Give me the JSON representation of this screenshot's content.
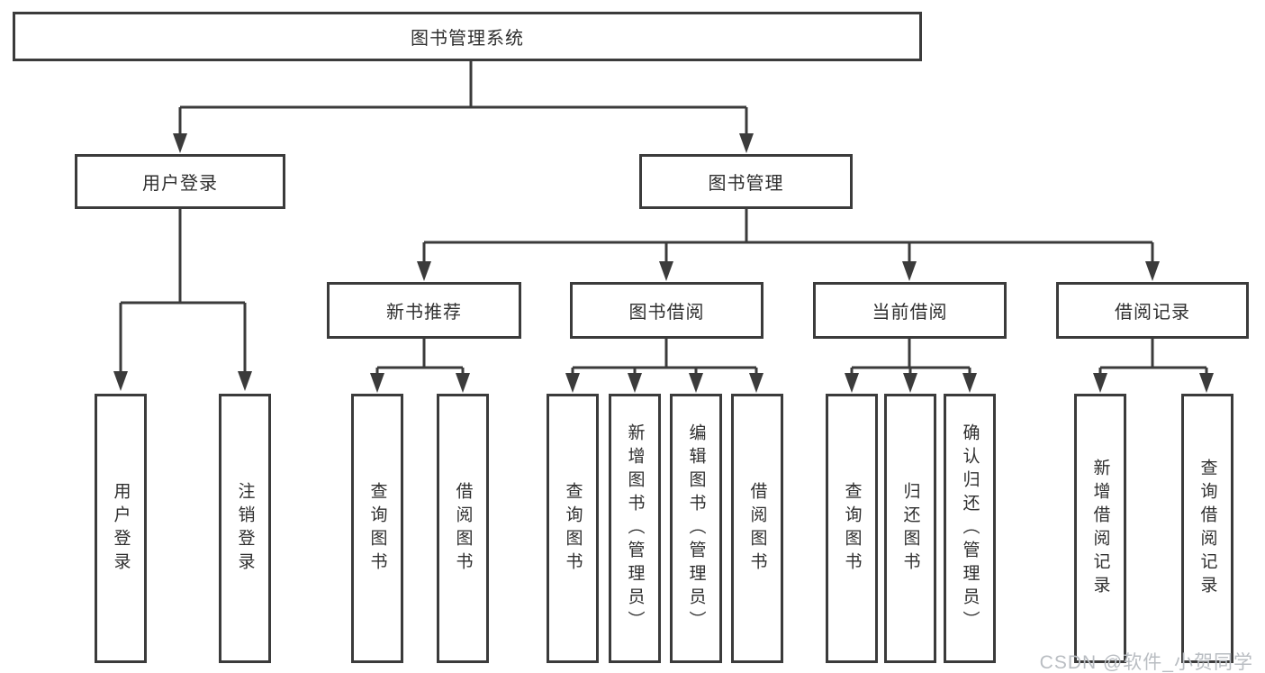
{
  "diagram": {
    "root": {
      "label": "图书管理系统"
    },
    "level1": {
      "user_login": {
        "label": "用户登录"
      },
      "book_mgmt": {
        "label": "图书管理"
      }
    },
    "level2": {
      "new_books": {
        "label": "新书推荐"
      },
      "book_borrow": {
        "label": "图书借阅"
      },
      "current_borrow": {
        "label": "当前借阅"
      },
      "borrow_records": {
        "label": "借阅记录"
      }
    },
    "leaves": {
      "user_login_children": [
        "用户登录",
        "注销登录"
      ],
      "new_books_children": [
        "查询图书",
        "借阅图书"
      ],
      "book_borrow_children": [
        "查询图书",
        "新增图书（管理员）",
        "编辑图书（管理员）",
        "借阅图书"
      ],
      "current_borrow_children": [
        "查询图书",
        "归还图书",
        "确认归还（管理员）"
      ],
      "borrow_records_children": [
        "新增借阅记录",
        "查询借阅记录"
      ]
    },
    "watermark": "CSDN @软件_小贺同学",
    "colors": {
      "line": "#3b3b3b",
      "text": "#2f2f2f",
      "watermark": "#b9bdc2",
      "background": "#ffffff"
    }
  }
}
